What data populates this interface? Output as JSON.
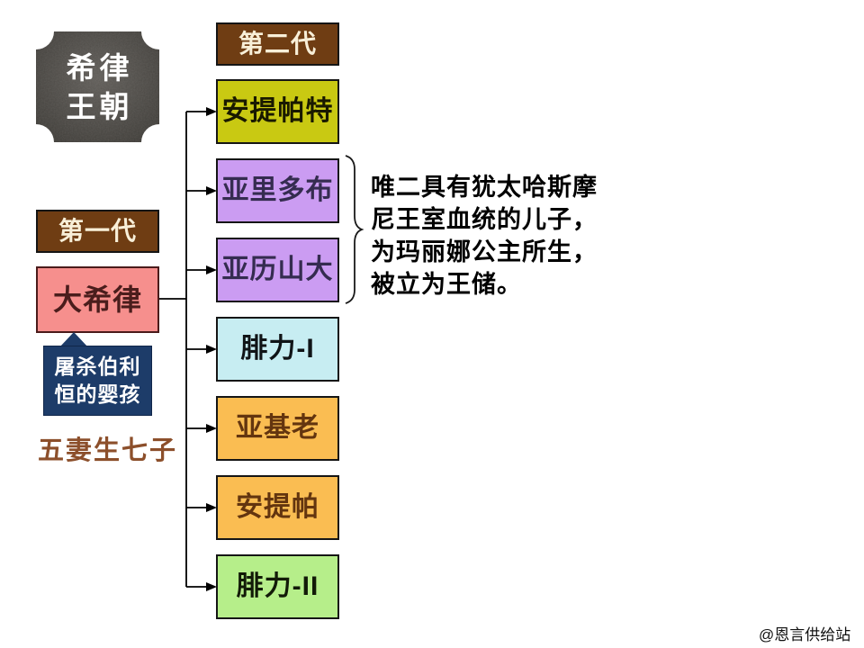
{
  "title_badge": {
    "line1": "希律",
    "line2": "王朝",
    "bg": "#45423e",
    "fg": "#ffffff"
  },
  "generation1": {
    "header": {
      "label": "第一代",
      "bg": "#6F3D13",
      "fg": "#F8EFD8"
    },
    "patriarch": {
      "label": "大希律",
      "bg": "#F68F8D",
      "fg": "#4A1D1C"
    },
    "callout": {
      "lines": [
        "屠杀伯利",
        "恒的婴孩"
      ],
      "bg": "#1D3C69",
      "fg": "#ffffff"
    },
    "note": {
      "label": "五妻生七子",
      "fg": "#8C4F2B"
    }
  },
  "generation2": {
    "header": {
      "label": "第二代",
      "bg": "#6F3D13",
      "fg": "#F8EFD8"
    },
    "children": [
      {
        "label": "安提帕特",
        "bg": "#C9C912",
        "fg": "#191900"
      },
      {
        "label": "亚里多布",
        "bg": "#CB9CF2",
        "fg": "#352C50"
      },
      {
        "label": "亚历山大",
        "bg": "#CB9CF2",
        "fg": "#352C50"
      },
      {
        "label": "腓力-I",
        "bg": "#C7EDF2",
        "fg": "#101417"
      },
      {
        "label": "亚基老",
        "bg": "#FABD52",
        "fg": "#63350F"
      },
      {
        "label": "安提帕",
        "bg": "#FABD52",
        "fg": "#63350F"
      },
      {
        "label": "腓力-II",
        "bg": "#B6EE8A",
        "fg": "#121A08"
      }
    ]
  },
  "annotation": {
    "lines": [
      "唯二具有犹太哈斯摩",
      "尼王室血统的儿子，",
      "为玛丽娜公主所生，",
      "被立为王储。"
    ],
    "fg": "#000000"
  },
  "watermark": "@恩言供给站",
  "connector_color": "#000000"
}
